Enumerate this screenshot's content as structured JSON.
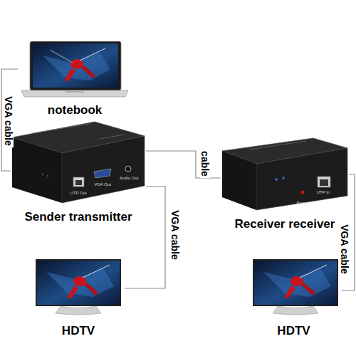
{
  "diagram": {
    "nodes": [
      {
        "text": [
          "notebook"
        ]
      },
      {
        "text": [
          "Sender transmitter"
        ]
      },
      {
        "text": [
          "Receiver receiver"
        ]
      },
      {
        "text": [
          "HDTV"
        ]
      },
      {
        "text": [
          "HDTV"
        ]
      }
    ],
    "edges": [
      {
        "from": 0,
        "to": 1,
        "label": "VGA cable",
        "arrow": "none"
      },
      {
        "from": 1,
        "to": 2,
        "label": "cable",
        "arrow": "none"
      },
      {
        "from": 1,
        "to": 3,
        "label": "VGA cable",
        "arrow": "none"
      },
      {
        "from": 2,
        "to": 4,
        "label": "VGA cable",
        "arrow": "none"
      }
    ],
    "labels": [
      "UTP Out",
      "VGA Out",
      "Audio Out",
      "Power",
      "UTP In"
    ]
  }
}
